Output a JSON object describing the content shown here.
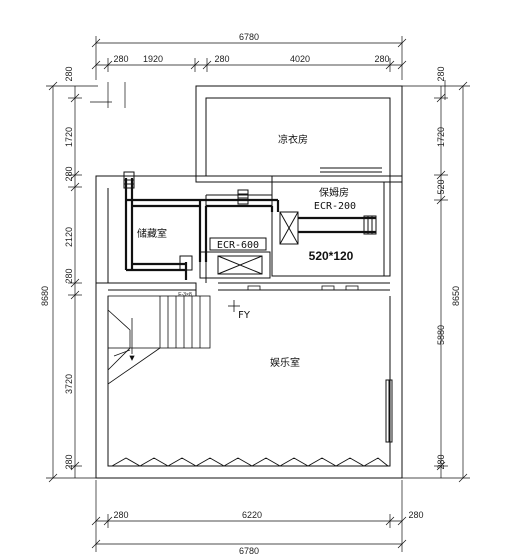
{
  "dimensions": {
    "top_total": "6780",
    "top_segments": [
      "280",
      "1920",
      "280",
      "4020",
      "280"
    ],
    "bottom_segments": [
      "280",
      "6220",
      "280"
    ],
    "bottom_total": "6780",
    "left_segments": [
      "280",
      "1720",
      "280",
      "2120",
      "280",
      "3720",
      "280"
    ],
    "left_total": "8680",
    "right_segments": [
      "280",
      "1720",
      "520",
      "5880",
      "280"
    ],
    "right_total": "8650"
  },
  "rooms": {
    "laundry": "凉衣房",
    "nanny": "保姆房",
    "storage": "储藏室",
    "entertainment": "娱乐室"
  },
  "equipment": {
    "unit_a": "ECR-200",
    "unit_b": "ECR-600",
    "duct_size": "520*120",
    "small_label": "E-3×8",
    "floor_drain": "FY"
  },
  "colors": {
    "line": "#111111",
    "duct": "#111111",
    "background": "#ffffff"
  }
}
